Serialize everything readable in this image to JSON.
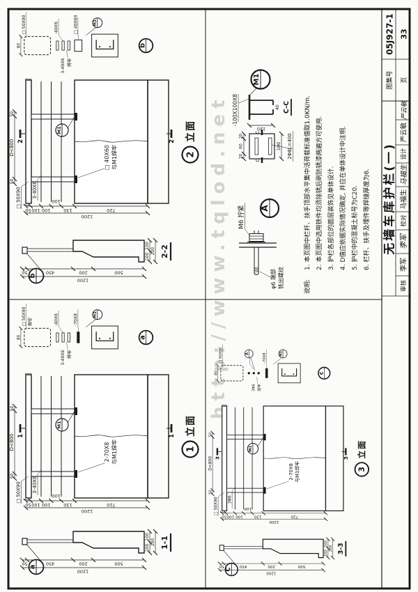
{
  "watermark": "http://www.tqlod.net",
  "common": {
    "m1_bubble": "M1",
    "post_section_dim": "80",
    "caption_suffix": "立面",
    "dims_top": [
      "50",
      "D<800",
      "50"
    ],
    "dims_left": [
      "50",
      "100",
      "100",
      "100",
      "130",
      "720"
    ],
    "dims_left_total": "1200",
    "sec_dims_v": [
      "50",
      "450",
      "200",
      "500"
    ],
    "sec_dims_v_total": "1200",
    "sec_dims_h": [
      "100",
      "100"
    ],
    "sec_dims_h_total": "200"
  },
  "elev1": {
    "num": "1",
    "flag": "1",
    "post_label": "□ 50X90",
    "rails_label": "3-40X6",
    "base_label_1": "2-70X8",
    "base_label_2": "与M1焊牢",
    "sec_caption": "1-1",
    "sec_bubble": "a",
    "strip": {
      "handrail": "□ 50X90",
      "handrail_weld": "焊牢",
      "bars_label": "-40X6",
      "mid_label": "-70X8",
      "side_label": "3-40X6",
      "side_weld": "焊牢",
      "bubble": "a"
    }
  },
  "elev2": {
    "num": "2",
    "flag": "2",
    "post_label": "□ 50X90",
    "rails_label": "3-40X6",
    "base_label_1": "□ 40X60",
    "base_label_2": "与M1焊牢",
    "sec_caption": "2-2",
    "sec_bubble": "b",
    "strip": {
      "handrail": "□ 50X90",
      "bars_label": "-40X6",
      "mid_label": "□ 40X60",
      "side_label": "3-40X6",
      "side_weld": "焊牢",
      "bubble": "b"
    }
  },
  "elev3": {
    "num": "3",
    "flag": "3",
    "post_label": "□ 50X90",
    "rails_label": "3Φ6",
    "base_label_1": "2-70X8",
    "base_label_2": "与M1焊牢",
    "sec_caption": "3-3",
    "sec_bubble": "C",
    "strip": {
      "handrail": "□ 50X90",
      "bars_label": "3Φ6",
      "bars_weld": "焊牢",
      "mid_label": "-70X8",
      "extra_bubble": "A",
      "bubble": "c"
    }
  },
  "m1_detail": {
    "bubble": "M1",
    "plate_label": "-100X100X8",
    "anchor_label": "2Φ8L=400",
    "caption": "C-C",
    "cut_mark": "C",
    "chain": [
      "20",
      "60",
      "20"
    ],
    "width": "100",
    "depth": "120",
    "hook": "40"
  },
  "detail_a": {
    "bubble": "A",
    "nut_label": "M6 拧紧",
    "rod_label_1": "φ6 端部",
    "rod_label_2": "铣出螺纹"
  },
  "notes": {
    "lead": "说明:",
    "items": [
      "1. 本页图中栏杆、扶手顶部水平集中活荷载标准值取1.0KN/m.",
      "2. 本页图中选用铁件均须除锈后刷防锈漆两遍方可使用.",
      "3. 护栏各部位的面层装饰见单体设计.",
      "4. D值应依据实际情况确定, 并应在单体设计中注明.",
      "5. 护栏中的混凝土标号为C20.",
      "6. 栏杆、扶手及埋件等焊缝厚度为6."
    ]
  },
  "title_block": {
    "review_label": "审核",
    "review_name": "李军",
    "review_sig": "李军",
    "check_label": "校对",
    "check_name": "马福生",
    "check_sig": "马福生",
    "design_label": "设计",
    "design_name": "严云敏",
    "design_sig": "严云敏",
    "title": "无墙车库护栏(一)",
    "fig_label": "图集号",
    "fig_no": "05J927-1",
    "page_label": "页",
    "page_no": "33"
  }
}
